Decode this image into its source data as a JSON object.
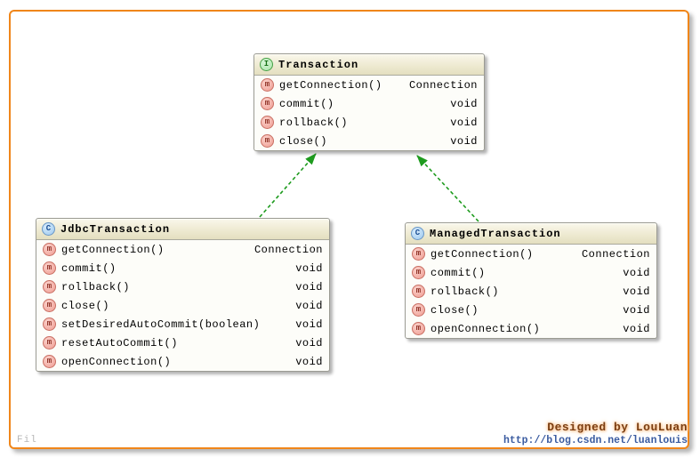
{
  "diagram": {
    "method_icon_letter": "m",
    "classes": [
      {
        "id": "transaction",
        "kind": "interface",
        "kind_letter": "I",
        "name": "Transaction",
        "methods": [
          {
            "label": "getConnection()",
            "returns": "Connection"
          },
          {
            "label": "commit()",
            "returns": "void"
          },
          {
            "label": "rollback()",
            "returns": "void"
          },
          {
            "label": "close()",
            "returns": "void"
          }
        ]
      },
      {
        "id": "jdbc",
        "kind": "class",
        "kind_letter": "C",
        "name": "JdbcTransaction",
        "methods": [
          {
            "label": "getConnection()",
            "returns": "Connection"
          },
          {
            "label": "commit()",
            "returns": "void"
          },
          {
            "label": "rollback()",
            "returns": "void"
          },
          {
            "label": "close()",
            "returns": "void"
          },
          {
            "label": "setDesiredAutoCommit(boolean)",
            "returns": "void"
          },
          {
            "label": "resetAutoCommit()",
            "returns": "void"
          },
          {
            "label": "openConnection()",
            "returns": "void"
          }
        ]
      },
      {
        "id": "managed",
        "kind": "class",
        "kind_letter": "C",
        "name": "ManagedTransaction",
        "methods": [
          {
            "label": "getConnection()",
            "returns": "Connection"
          },
          {
            "label": "commit()",
            "returns": "void"
          },
          {
            "label": "rollback()",
            "returns": "void"
          },
          {
            "label": "close()",
            "returns": "void"
          },
          {
            "label": "openConnection()",
            "returns": "void"
          }
        ]
      }
    ],
    "relations": [
      {
        "type": "implements",
        "from": "JdbcTransaction",
        "to": "Transaction"
      },
      {
        "type": "implements",
        "from": "ManagedTransaction",
        "to": "Transaction"
      }
    ]
  },
  "credit": {
    "designed_by": "Designed by LouLuan",
    "url": "http://blog.csdn.net/luanlouis"
  },
  "watermark_fragment": "Fil",
  "colors": {
    "frame_orange": "#f0861a",
    "arrow_green": "#1e9b1e",
    "header_beige": "#e4dfbf",
    "box_border": "#9b9b93",
    "designed_text": "#7a3e12",
    "url_text": "#3a5ba0"
  }
}
